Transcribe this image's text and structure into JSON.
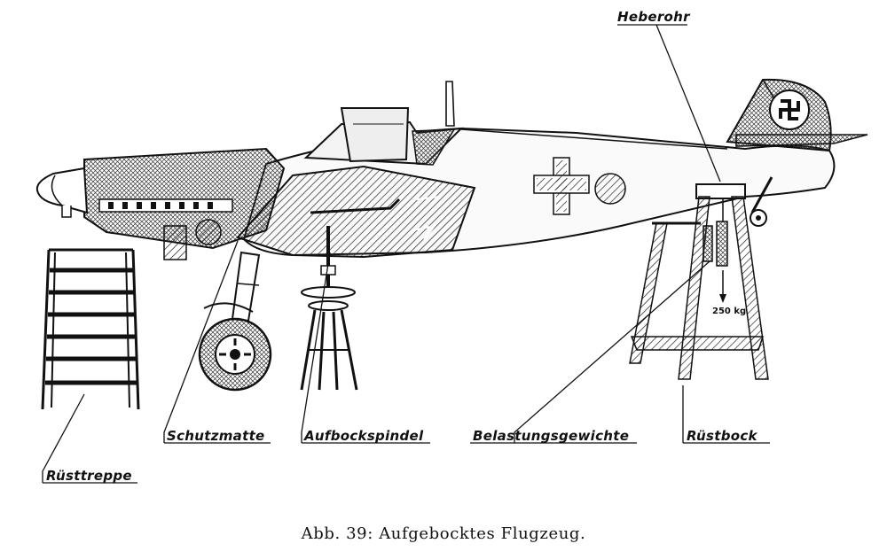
{
  "labels": {
    "heberohr": "Heberohr",
    "schutzmatte": "Schutzmatte",
    "aufbockspindel": "Aufbockspindel",
    "belastungsgewichte": "Belastungsgewichte",
    "ruestbock": "Rüstbock",
    "ruesttreppe": "Rüsttreppe"
  },
  "weight_label": "250 kg",
  "caption": "Abb. 39:  Aufgebocktes Flugzeug."
}
